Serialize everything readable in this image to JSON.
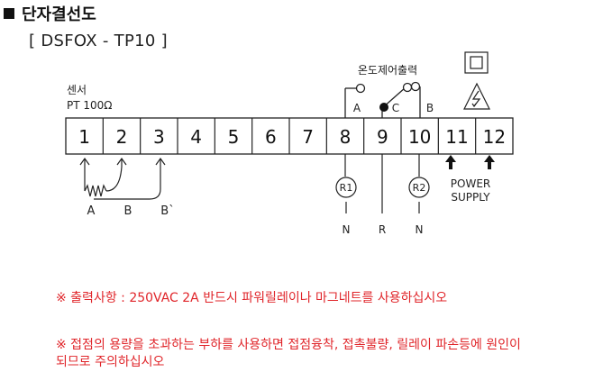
{
  "header": {
    "title": "단자결선도",
    "model": "[ DSFOX - TP10 ]"
  },
  "terminals": [
    "1",
    "2",
    "3",
    "4",
    "5",
    "6",
    "7",
    "8",
    "9",
    "10",
    "11",
    "12"
  ],
  "sensor": {
    "label_line1": "센서",
    "label_line2": "PT 100Ω",
    "letters": [
      "A",
      "B",
      "B`"
    ]
  },
  "output": {
    "title": "온도제어출력",
    "contacts": [
      "A",
      "C",
      "B"
    ],
    "relays": [
      "R1",
      "R2"
    ],
    "bottom_labels": [
      "N",
      "R",
      "N"
    ]
  },
  "power": {
    "label_line1": "POWER",
    "label_line2": "SUPPLY"
  },
  "notes": {
    "note1": "※ 출력사항 : 250VAC 2A 반드시 파워릴레이나 마그네트를 사용하십시오",
    "note2_line1": "※ 접점의 용량을 초과하는 부하를 사용하면 접점융착, 접촉불량, 릴레이 파손등에 원인이",
    "note2_line2": "되므로 주의하십시오"
  }
}
